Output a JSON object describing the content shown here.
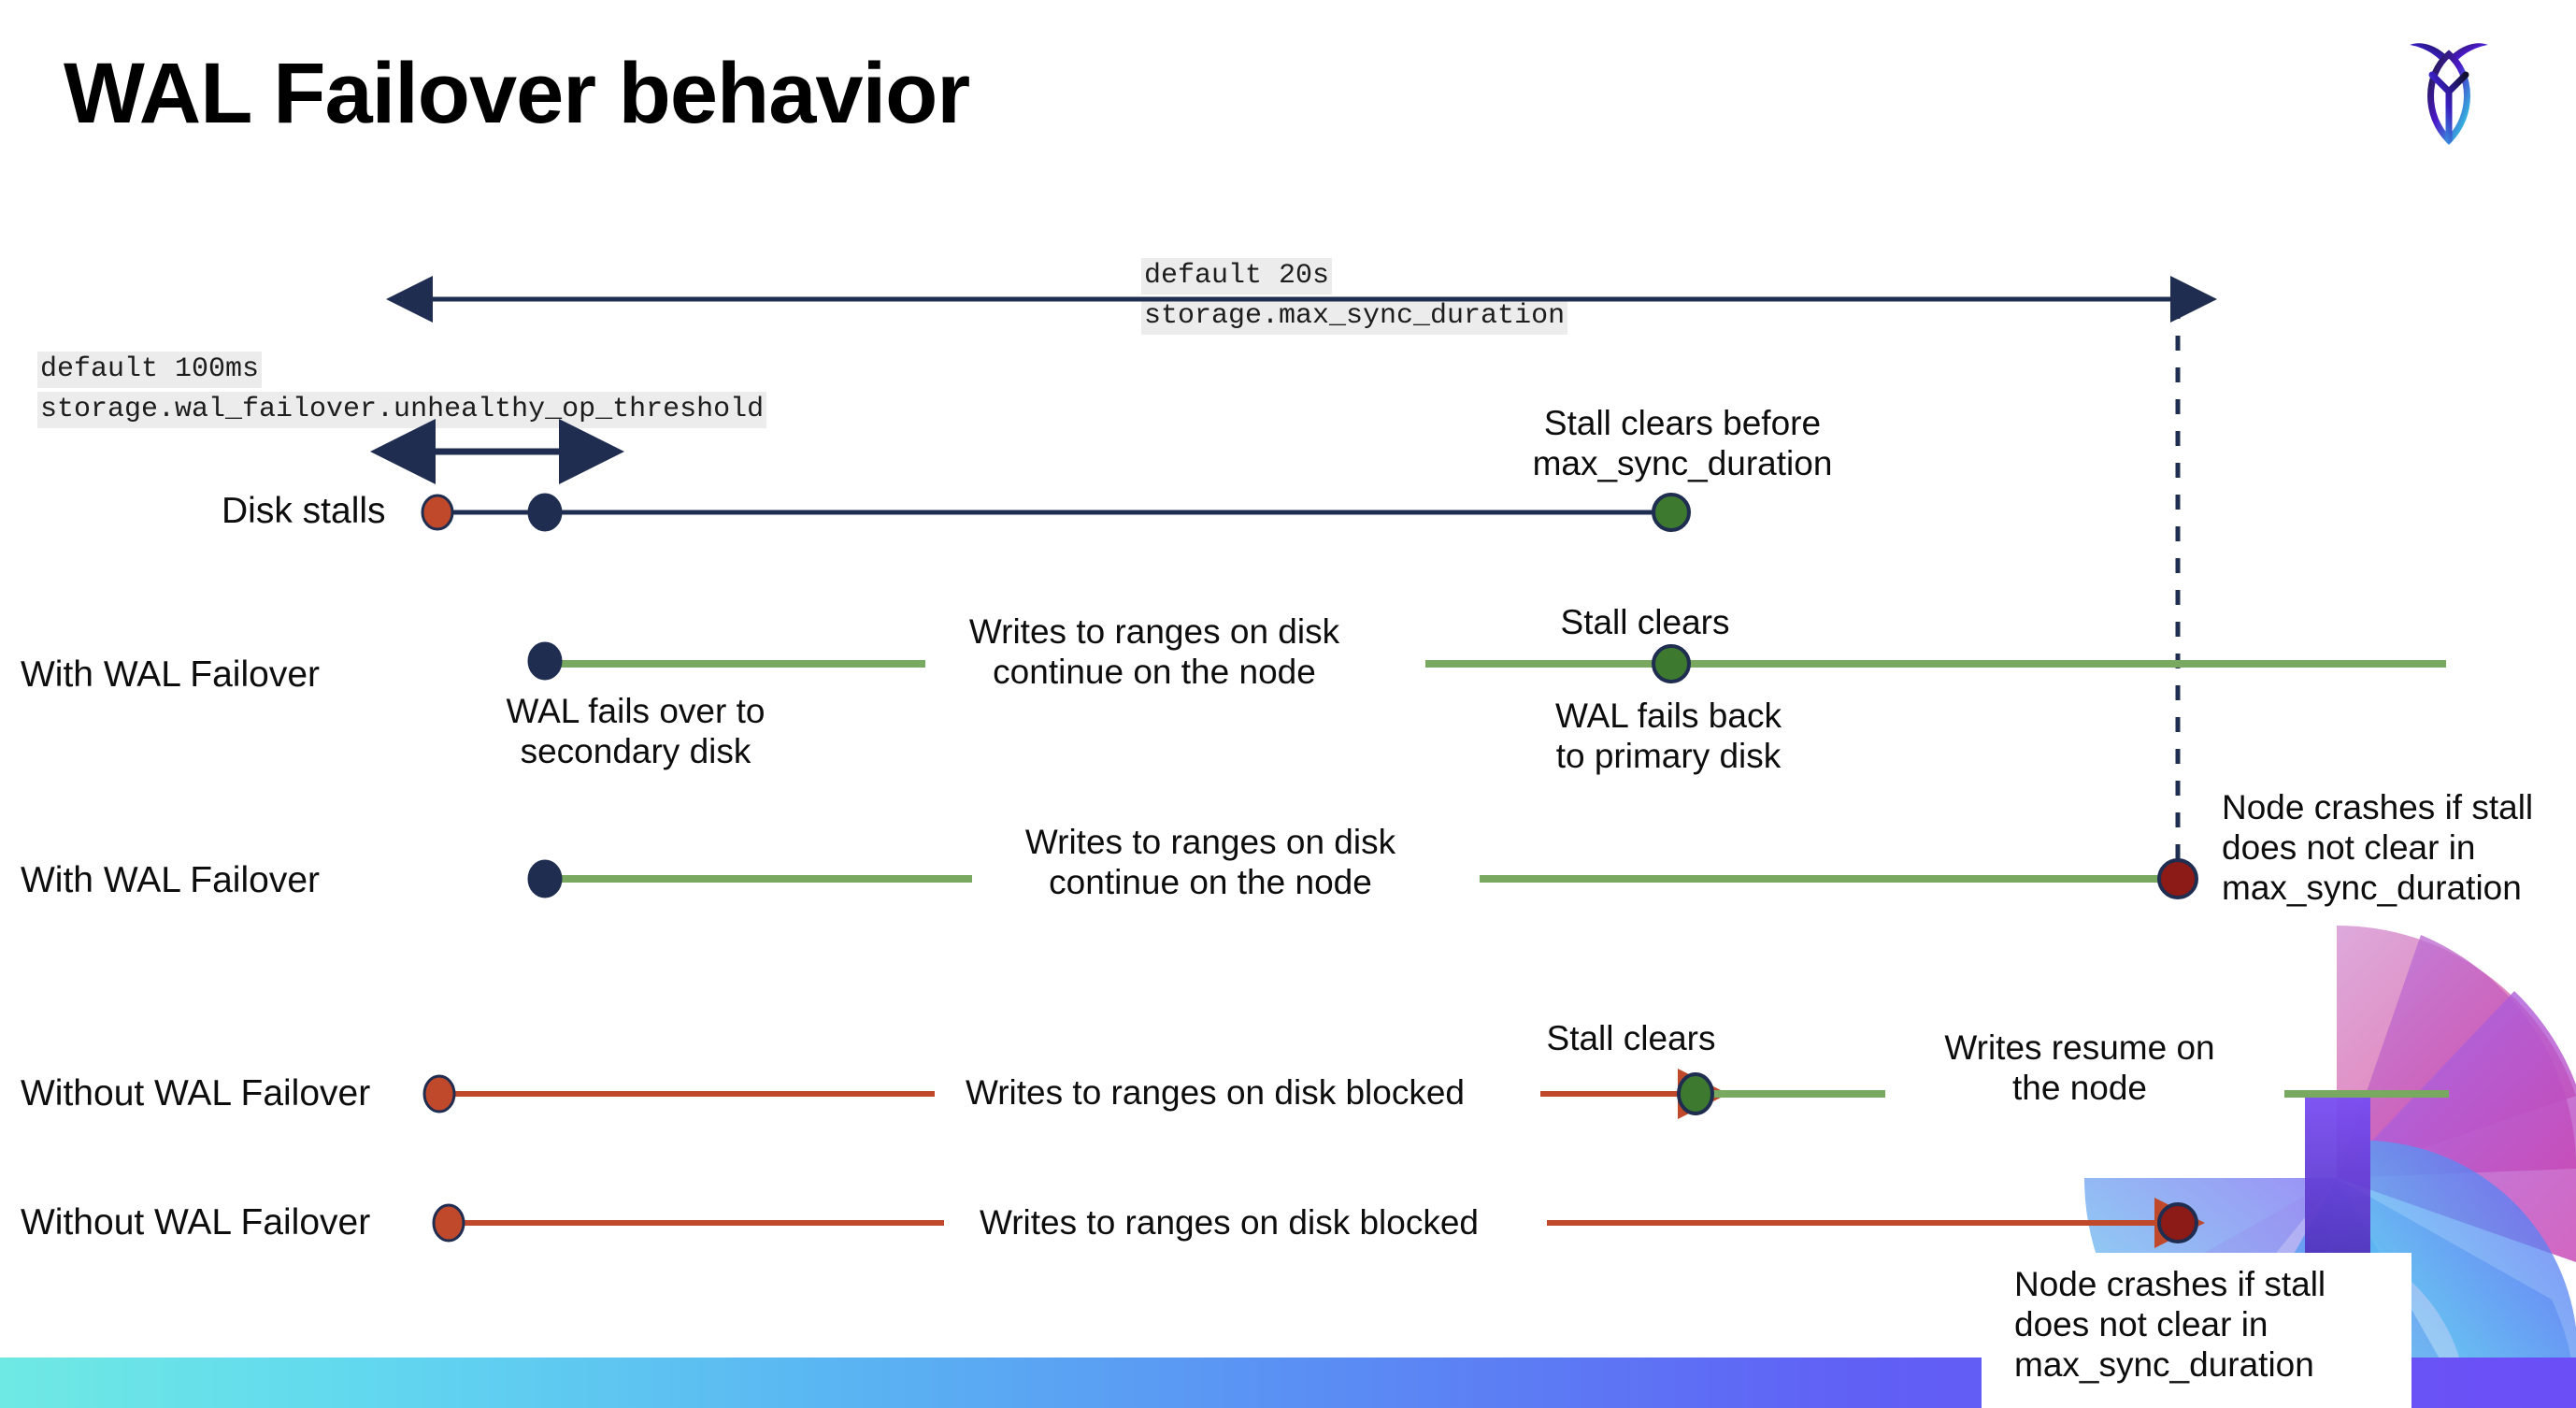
{
  "slide": {
    "title": "WAL Failover behavior",
    "logo_icon": "cockroach-labs-logo-icon",
    "background": "#ffffff"
  },
  "colors": {
    "navy": "#1f2d50",
    "green_line": "#79a961",
    "green_dot": "#3d7a30",
    "orange": "#c0492b",
    "red_dot": "#8c1a16",
    "code_bg": "#ececec",
    "bottom_bar_from": "#6fe9e3",
    "bottom_bar_to": "#6b4ef6"
  },
  "timeline": {
    "max_sync": {
      "line1": "default 20s",
      "line2": "storage.max_sync_duration"
    },
    "unhealthy_op": {
      "line1": "default 100ms",
      "line2": "storage.wal_failover.unhealthy_op_threshold"
    }
  },
  "rows": [
    {
      "id": "disk-stalls",
      "label": "Disk stalls",
      "annotations": [
        {
          "id": "stall-clears-before",
          "text": "Stall clears before\nmax_sync_duration"
        }
      ]
    },
    {
      "id": "with-wal-failover-1",
      "label": "With WAL Failover",
      "annotations": [
        {
          "id": "wal-fails-over",
          "text": "WAL fails over to\nsecondary disk"
        },
        {
          "id": "writes-continue-1",
          "text": "Writes to ranges on disk\ncontinue on the node"
        },
        {
          "id": "stall-clears-1",
          "text": "Stall clears"
        },
        {
          "id": "wal-fails-back",
          "text": "WAL fails  back\nto primary disk"
        }
      ]
    },
    {
      "id": "with-wal-failover-2",
      "label": "With WAL Failover",
      "annotations": [
        {
          "id": "writes-continue-2",
          "text": "Writes to ranges on disk\ncontinue on the node"
        },
        {
          "id": "node-crashes-1",
          "text": "Node crashes if stall\ndoes not clear in\nmax_sync_duration"
        }
      ]
    },
    {
      "id": "without-wal-failover-1",
      "label": "Without WAL Failover",
      "annotations": [
        {
          "id": "writes-blocked-1",
          "text": "Writes to ranges on disk  blocked"
        },
        {
          "id": "stall-clears-2",
          "text": "Stall clears"
        },
        {
          "id": "writes-resume",
          "text": "Writes resume on\nthe node"
        }
      ]
    },
    {
      "id": "without-wal-failover-2",
      "label": "Without WAL Failover",
      "annotations": [
        {
          "id": "writes-blocked-2",
          "text": "Writes to ranges on disk  blocked"
        },
        {
          "id": "node-crashes-2",
          "text": "Node crashes if stall\ndoes not clear in\nmax_sync_duration"
        }
      ]
    }
  ]
}
